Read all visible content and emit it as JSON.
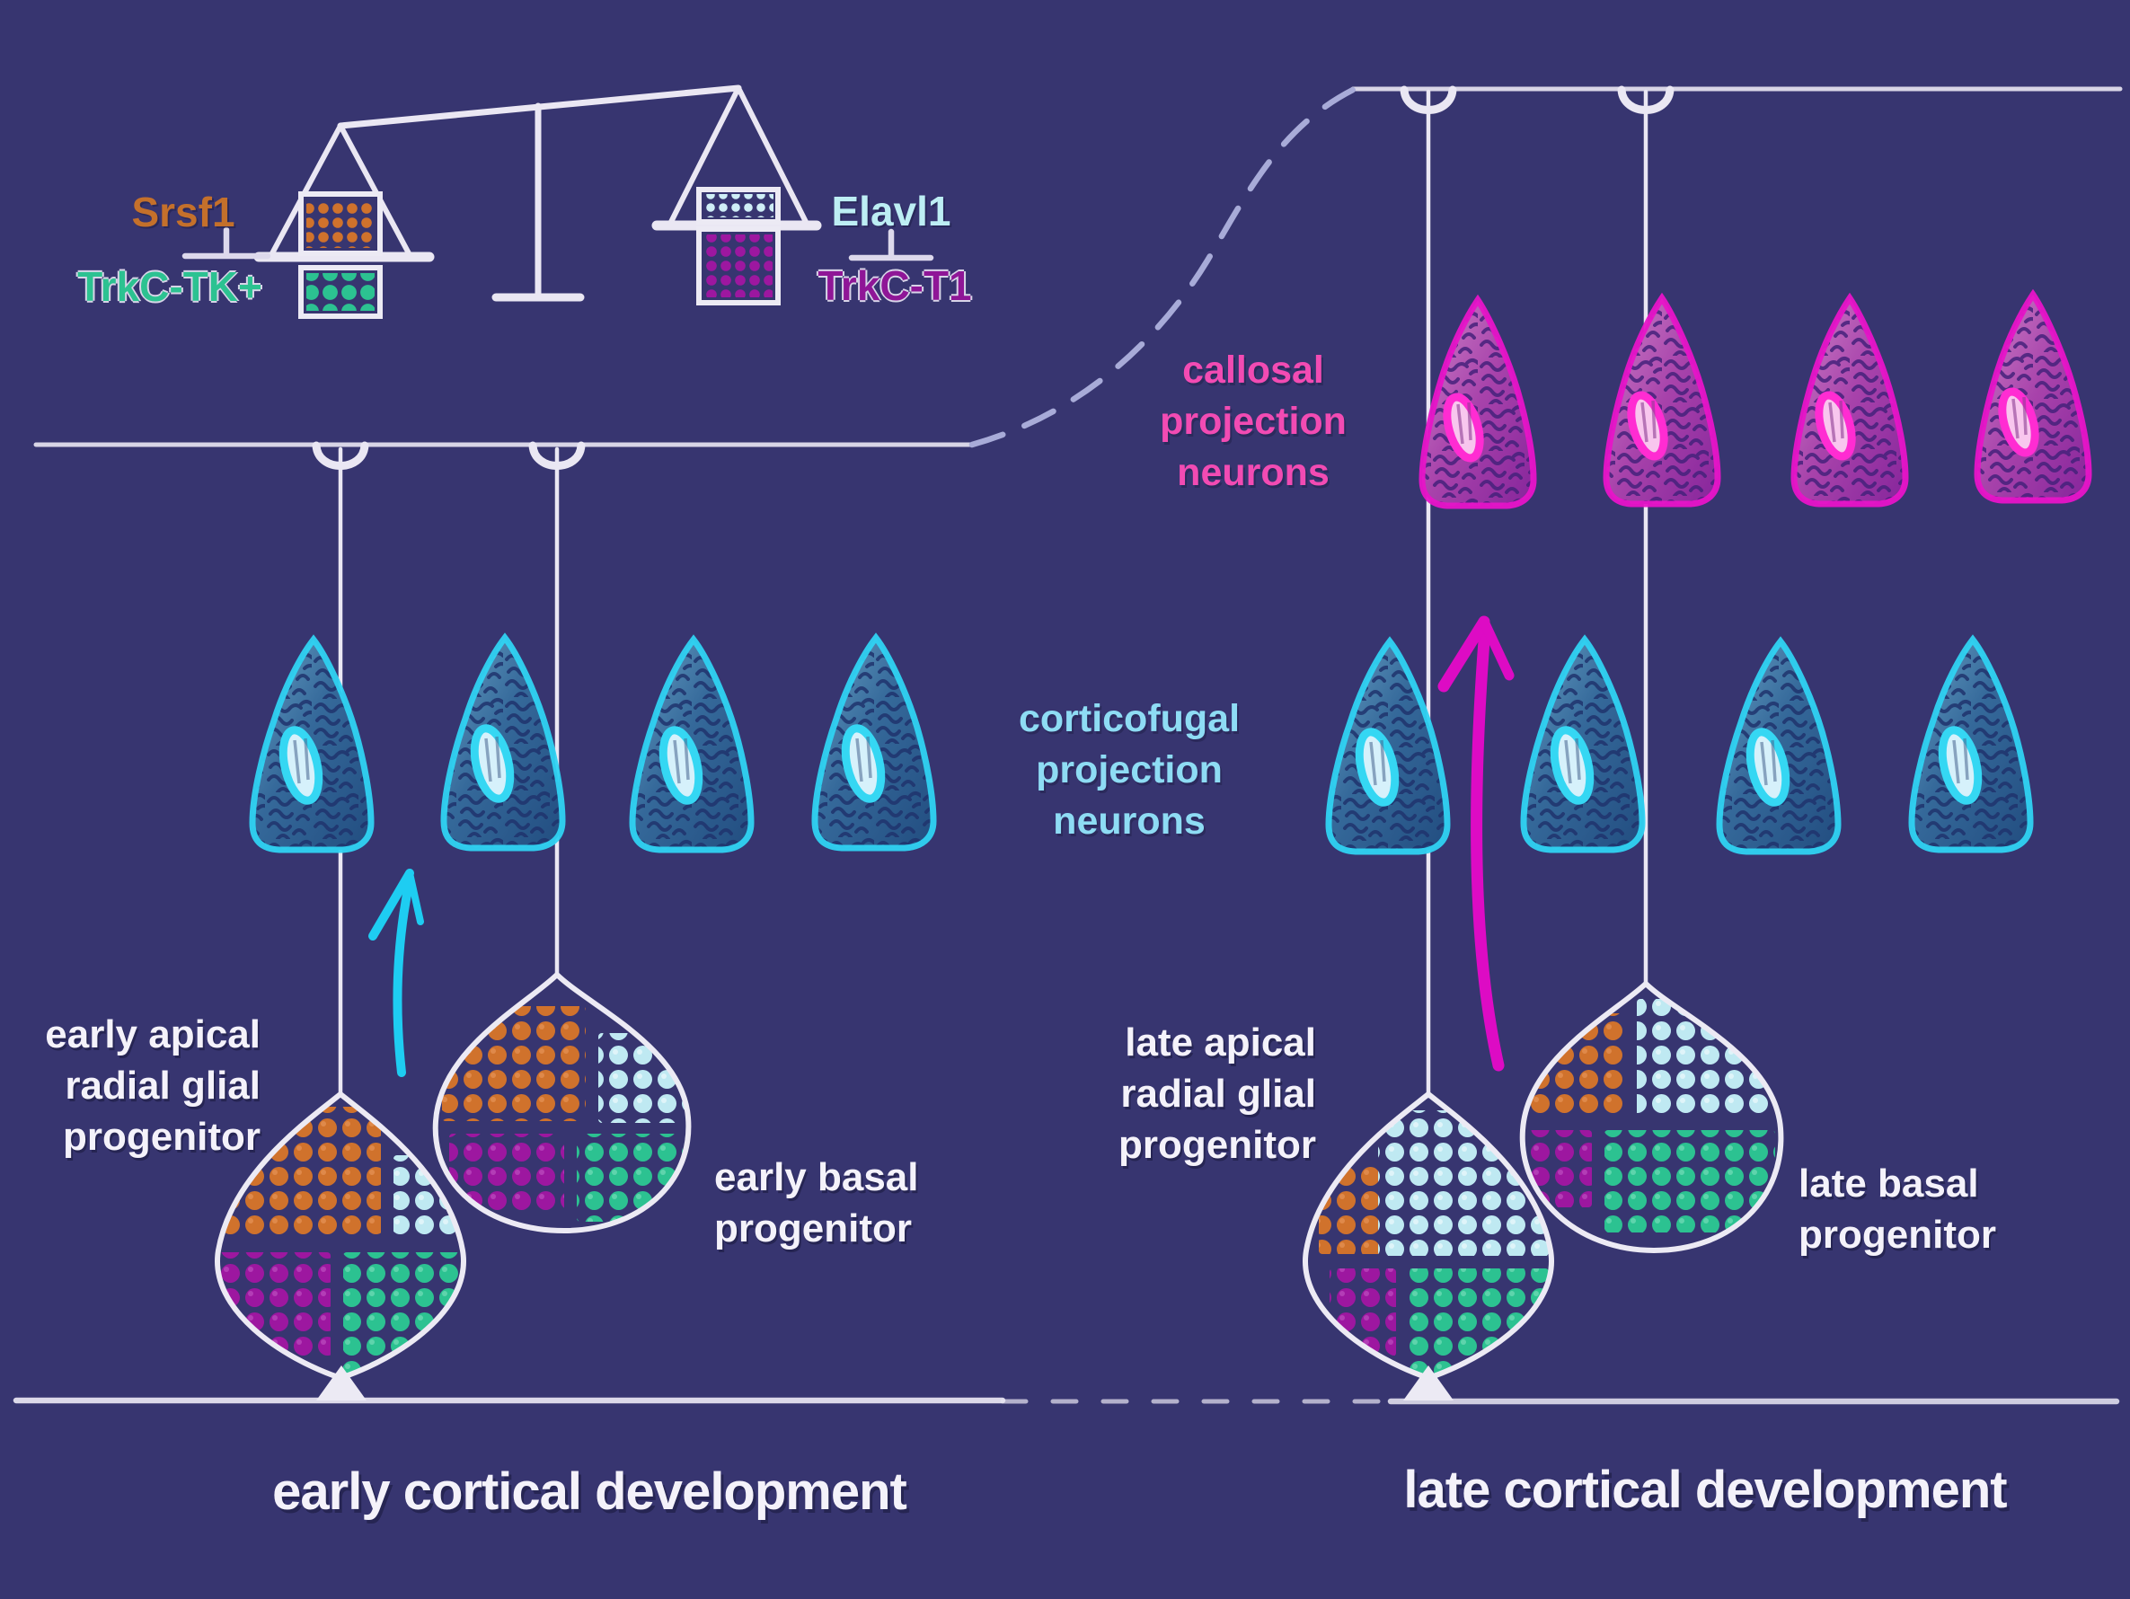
{
  "figure": {
    "balance": {
      "left": {
        "gene": "Srsf1",
        "inhibits": "TrkC-TK+"
      },
      "right": {
        "gene": "Elavl1",
        "inhibits": "TrkC-T1"
      }
    },
    "cell_type_labels": {
      "callosal": {
        "lines": [
          "callosal",
          "projection",
          "neurons"
        ]
      },
      "corticofugal": {
        "lines": [
          "corticofugal",
          "projection",
          "neurons"
        ]
      }
    },
    "progenitor_labels": {
      "early_apical": {
        "lines": [
          "early apical",
          "radial glial",
          "progenitor"
        ]
      },
      "early_basal": {
        "lines": [
          "early basal",
          "progenitor"
        ]
      },
      "late_apical": {
        "lines": [
          "late apical",
          "radial glial",
          "progenitor"
        ]
      },
      "late_basal": {
        "lines": [
          "late basal",
          "progenitor"
        ]
      }
    },
    "section_titles": {
      "early": "early cortical development",
      "late": "late cortical development"
    },
    "colors": {
      "background": "#373570",
      "chalk_white": "#eae7f3",
      "dashed_transition": "#a8abd8",
      "srsf1_orange": "#c4702b",
      "trkc_tk_green": "#2cc291",
      "elavl1_cyan": "#bdeef4",
      "trkc_t1_purple": "#8f1697",
      "orange_dots": "#d0722c",
      "green_dots": "#2cc291",
      "lightblue_dots": "#bfe9f2",
      "purple_dots": "#9d17a0",
      "callosal_pink": "#f24bb3",
      "corticofugal_blue": "#8edcf4",
      "blue_neuron_outline": "#2fd3f2",
      "magenta_neuron_outline": "#e714c8",
      "cyan_arrow": "#1ecdf2",
      "magenta_arrow": "#dd0bc4"
    }
  }
}
